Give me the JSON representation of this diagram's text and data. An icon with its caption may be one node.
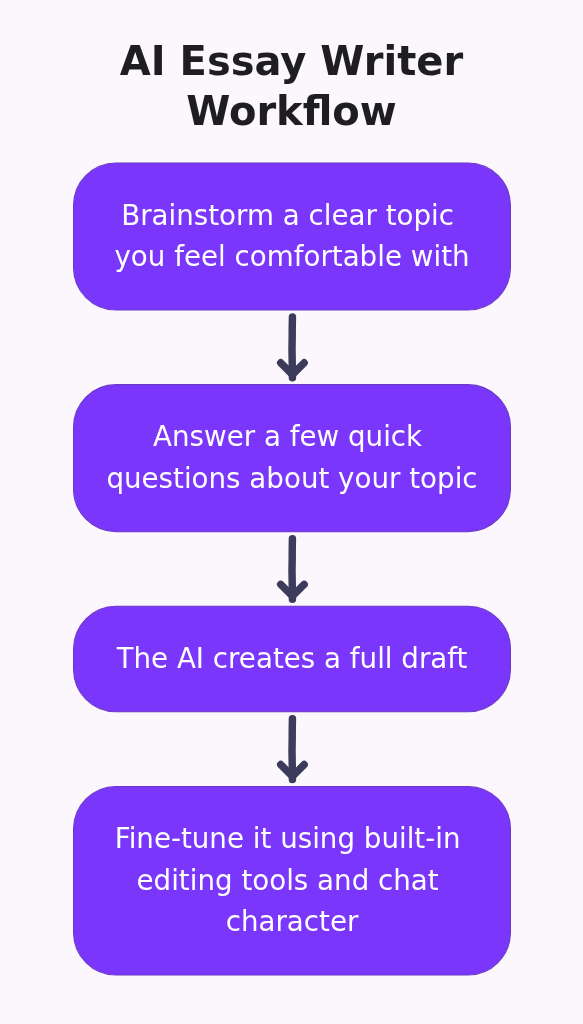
{
  "diagram": {
    "title": "AI Essay Writer Workflow",
    "nodes": [
      {
        "text": [
          "Brainstorm a clear topic you feel comfortable with"
        ]
      },
      {
        "text": [
          "Answer a few quick questions about your topic"
        ]
      },
      {
        "text": [
          "The AI creates a full draft"
        ]
      },
      {
        "text": [
          "Fine-tune it using built-in editing tools and chat character"
        ]
      }
    ],
    "edges": [
      {
        "from": 0,
        "to": 1,
        "arrow": "to"
      },
      {
        "from": 1,
        "to": 2,
        "arrow": "to"
      },
      {
        "from": 2,
        "to": 3,
        "arrow": "to"
      }
    ]
  }
}
